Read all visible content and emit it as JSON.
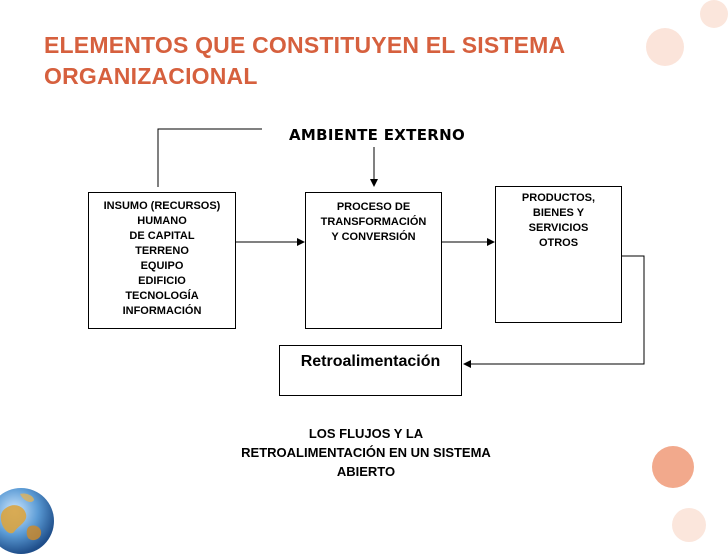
{
  "title": {
    "line1": "ELEMENTOS QUE CONSTITUYEN EL SISTEMA",
    "line2": "ORGANIZACIONAL"
  },
  "ambiente": "AMBIENTE EXTERNO",
  "insumo": {
    "lines": [
      "INSUMO (RECURSOS)",
      "HUMANO",
      "DE CAPITAL",
      "TERRENO",
      "EQUIPO",
      "EDIFICIO",
      "TECNOLOGÍA",
      "INFORMACIÓN"
    ]
  },
  "proceso": {
    "lines": [
      "PROCESO DE",
      "TRANSFORMACIÓN",
      "Y CONVERSIÓN"
    ]
  },
  "productos": {
    "lines": [
      "PRODUCTOS,",
      "BIENES Y",
      "SERVICIOS",
      "OTROS"
    ]
  },
  "retro": "Retroalimentación",
  "caption": {
    "lines": [
      "LOS FLUJOS Y LA",
      "RETROALIMENTACIÓN EN UN SISTEMA",
      "ABIERTO"
    ]
  },
  "colors": {
    "title": "#d6603e",
    "accent_circle": "#f2a98c",
    "light_circle": "#fbe6dc"
  },
  "icons": {
    "globe": "globe-icon"
  }
}
